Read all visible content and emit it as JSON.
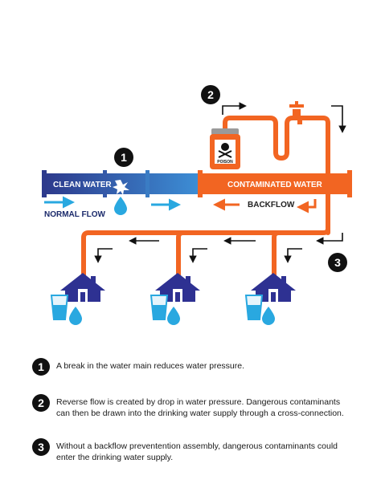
{
  "labels": {
    "clean_water": "CLEAN WATER",
    "contaminated_water": "CONTAMINATED WATER",
    "normal_flow": "NORMAL FLOW",
    "backflow": "BACKFLOW",
    "poison": "POISON"
  },
  "markers": [
    "1",
    "2",
    "3"
  ],
  "steps": [
    {
      "number": "1",
      "text": "A break in the water main reduces water pressure."
    },
    {
      "number": "2",
      "text": "Reverse flow is created by drop in water pressure. Dangerous contaminants can then be drawn into the drinking water supply through a cross-connection."
    },
    {
      "number": "3",
      "text": "Without a backflow preventention assembly, dangerous contaminants could enter the drinking water supply."
    }
  ],
  "colors": {
    "clean_dark": "#2d3a8c",
    "clean_light": "#3d9ad8",
    "contaminated": "#f26522",
    "house": "#2e3192",
    "drop": "#29a8e0",
    "marker": "#111111"
  }
}
